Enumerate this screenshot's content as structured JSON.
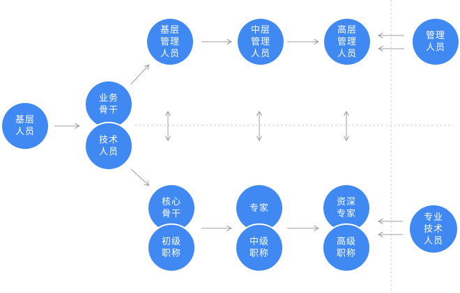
{
  "colors": {
    "node-blue": "#4189f2",
    "arrow-gray": "#9e9e9e",
    "dotted-gray": "#cccccc",
    "text-white": "#ffffff"
  },
  "nodes": {
    "base-staff": {
      "label": "基层\n人员"
    },
    "business-backbone": {
      "label": "业务\n骨干"
    },
    "tech-staff": {
      "label": "技术\n人员"
    },
    "junior-manager": {
      "label": "基层\n管理\n人员"
    },
    "middle-manager": {
      "label": "中层\n管理\n人员"
    },
    "senior-manager": {
      "label": "高层\n管理\n人员"
    },
    "management-staff": {
      "label": "管理\n人员"
    },
    "core-backbone": {
      "label": "核心\n骨干"
    },
    "junior-title": {
      "label": "初级\n职称"
    },
    "expert": {
      "label": "专家"
    },
    "intermediate-title": {
      "label": "中级\n职称"
    },
    "senior-expert": {
      "label": "资深\n专家"
    },
    "senior-title": {
      "label": "高级\n职称"
    },
    "professional-tech-staff": {
      "label": "专业\n技术\n人员"
    }
  }
}
